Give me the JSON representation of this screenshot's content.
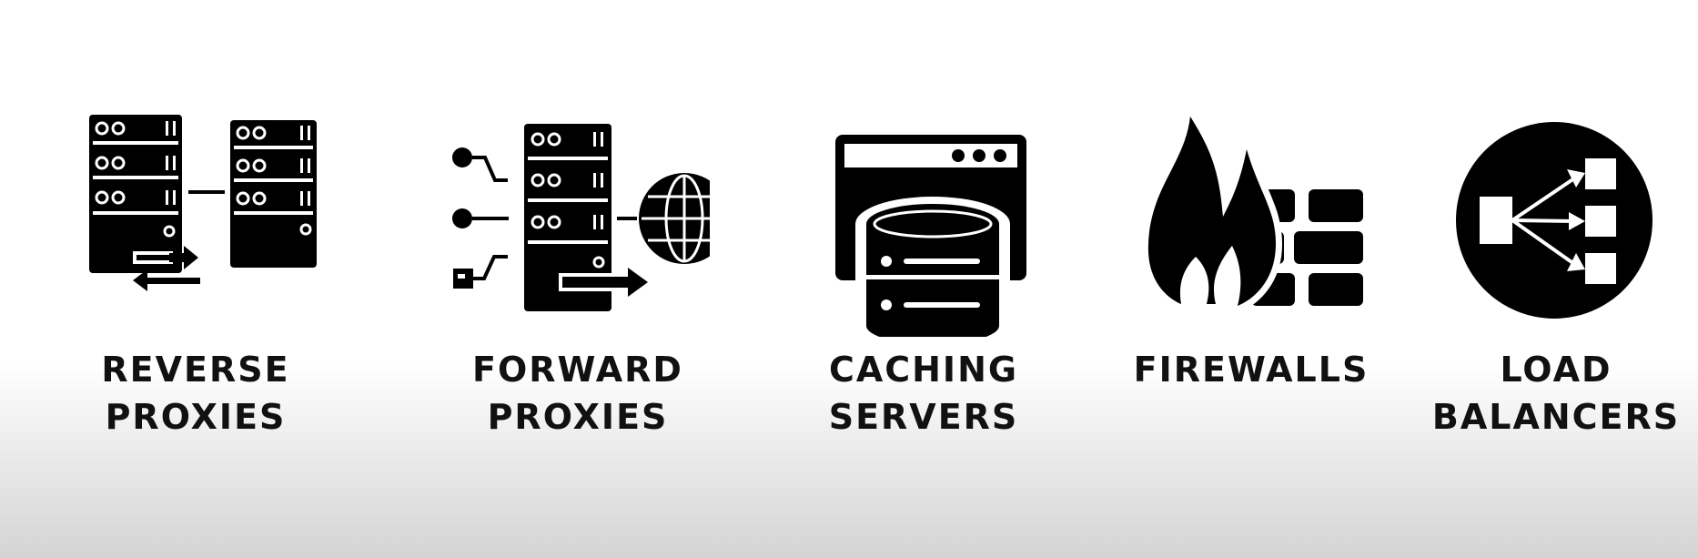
{
  "items": [
    {
      "icon": "reverse-proxy-servers-icon",
      "line1": "REVERSE",
      "line2": "PROXIES"
    },
    {
      "icon": "forward-proxy-server-globe-icon",
      "line1": "FORWARD",
      "line2": "PROXIES"
    },
    {
      "icon": "browser-database-icon",
      "line1": "CACHING",
      "line2": "SERVERS"
    },
    {
      "icon": "flame-brick-wall-icon",
      "line1": "FIREWALLS",
      "line2": ""
    },
    {
      "icon": "load-balancer-branch-icon",
      "line1": "LOAD",
      "line2": "BALANCERS"
    }
  ],
  "colors": {
    "icon": "#000000",
    "text": "#111111",
    "background_top": "#ffffff",
    "background_bottom": "#d4d4d4"
  }
}
